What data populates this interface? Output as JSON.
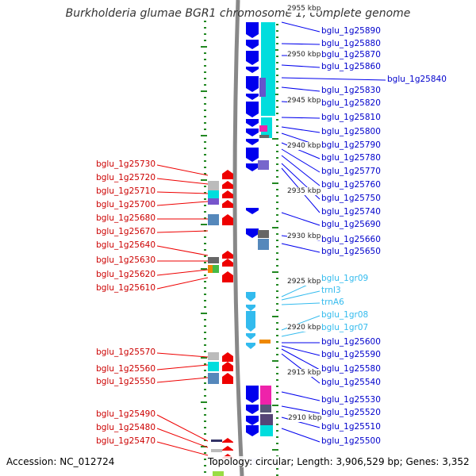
{
  "title": "Burkholderia glumae BGR1 chromosome 1, complete genome",
  "footer": {
    "accession": "Accession: NC_012724",
    "topology": "Topology: circular; Length: 3,906,529 bp; Genes: 3,352"
  },
  "colors": {
    "forward_gene": "#0000ee",
    "reverse_gene": "#ee0000",
    "rna_gene": "#33bbee",
    "tick": "#228822",
    "backbone": "#888888"
  },
  "scale_labels": [
    "2955 kbp",
    "2950 kbp",
    "2945 kbp",
    "2940 kbp",
    "2935 kbp",
    "2930 kbp",
    "2925 kbp",
    "2920 kbp",
    "2915 kbp",
    "2910 kbp"
  ],
  "left_genes": [
    "bglu_1g25730",
    "bglu_1g25720",
    "bglu_1g25710",
    "bglu_1g25700",
    "bglu_1g25680",
    "bglu_1g25670",
    "bglu_1g25640",
    "bglu_1g25630",
    "bglu_1g25620",
    "bglu_1g25610",
    "bglu_1g25570",
    "bglu_1g25560",
    "bglu_1g25550",
    "bglu_1g25490",
    "bglu_1g25480",
    "bglu_1g25470"
  ],
  "right_genes": [
    "bglu_1g25890",
    "bglu_1g25880",
    "bglu_1g25870",
    "bglu_1g25860",
    "bglu_1g25840",
    "bglu_1g25830",
    "bglu_1g25820",
    "bglu_1g25810",
    "bglu_1g25800",
    "bglu_1g25790",
    "bglu_1g25780",
    "bglu_1g25770",
    "bglu_1g25760",
    "bglu_1g25750",
    "bglu_1g25740",
    "bglu_1g25690",
    "bglu_1g25660",
    "bglu_1g25650",
    "bglu_1gr09",
    "trnI3",
    "trnA6",
    "bglu_1gr08",
    "bglu_1gr07",
    "bglu_1g25600",
    "bglu_1g25590",
    "bglu_1g25580",
    "bglu_1g25540",
    "bglu_1g25530",
    "bglu_1g25520",
    "bglu_1g25510",
    "bglu_1g25500"
  ],
  "rna_genes": [
    "bglu_1gr09",
    "trnI3",
    "trnA6",
    "bglu_1gr08",
    "bglu_1gr07"
  ]
}
